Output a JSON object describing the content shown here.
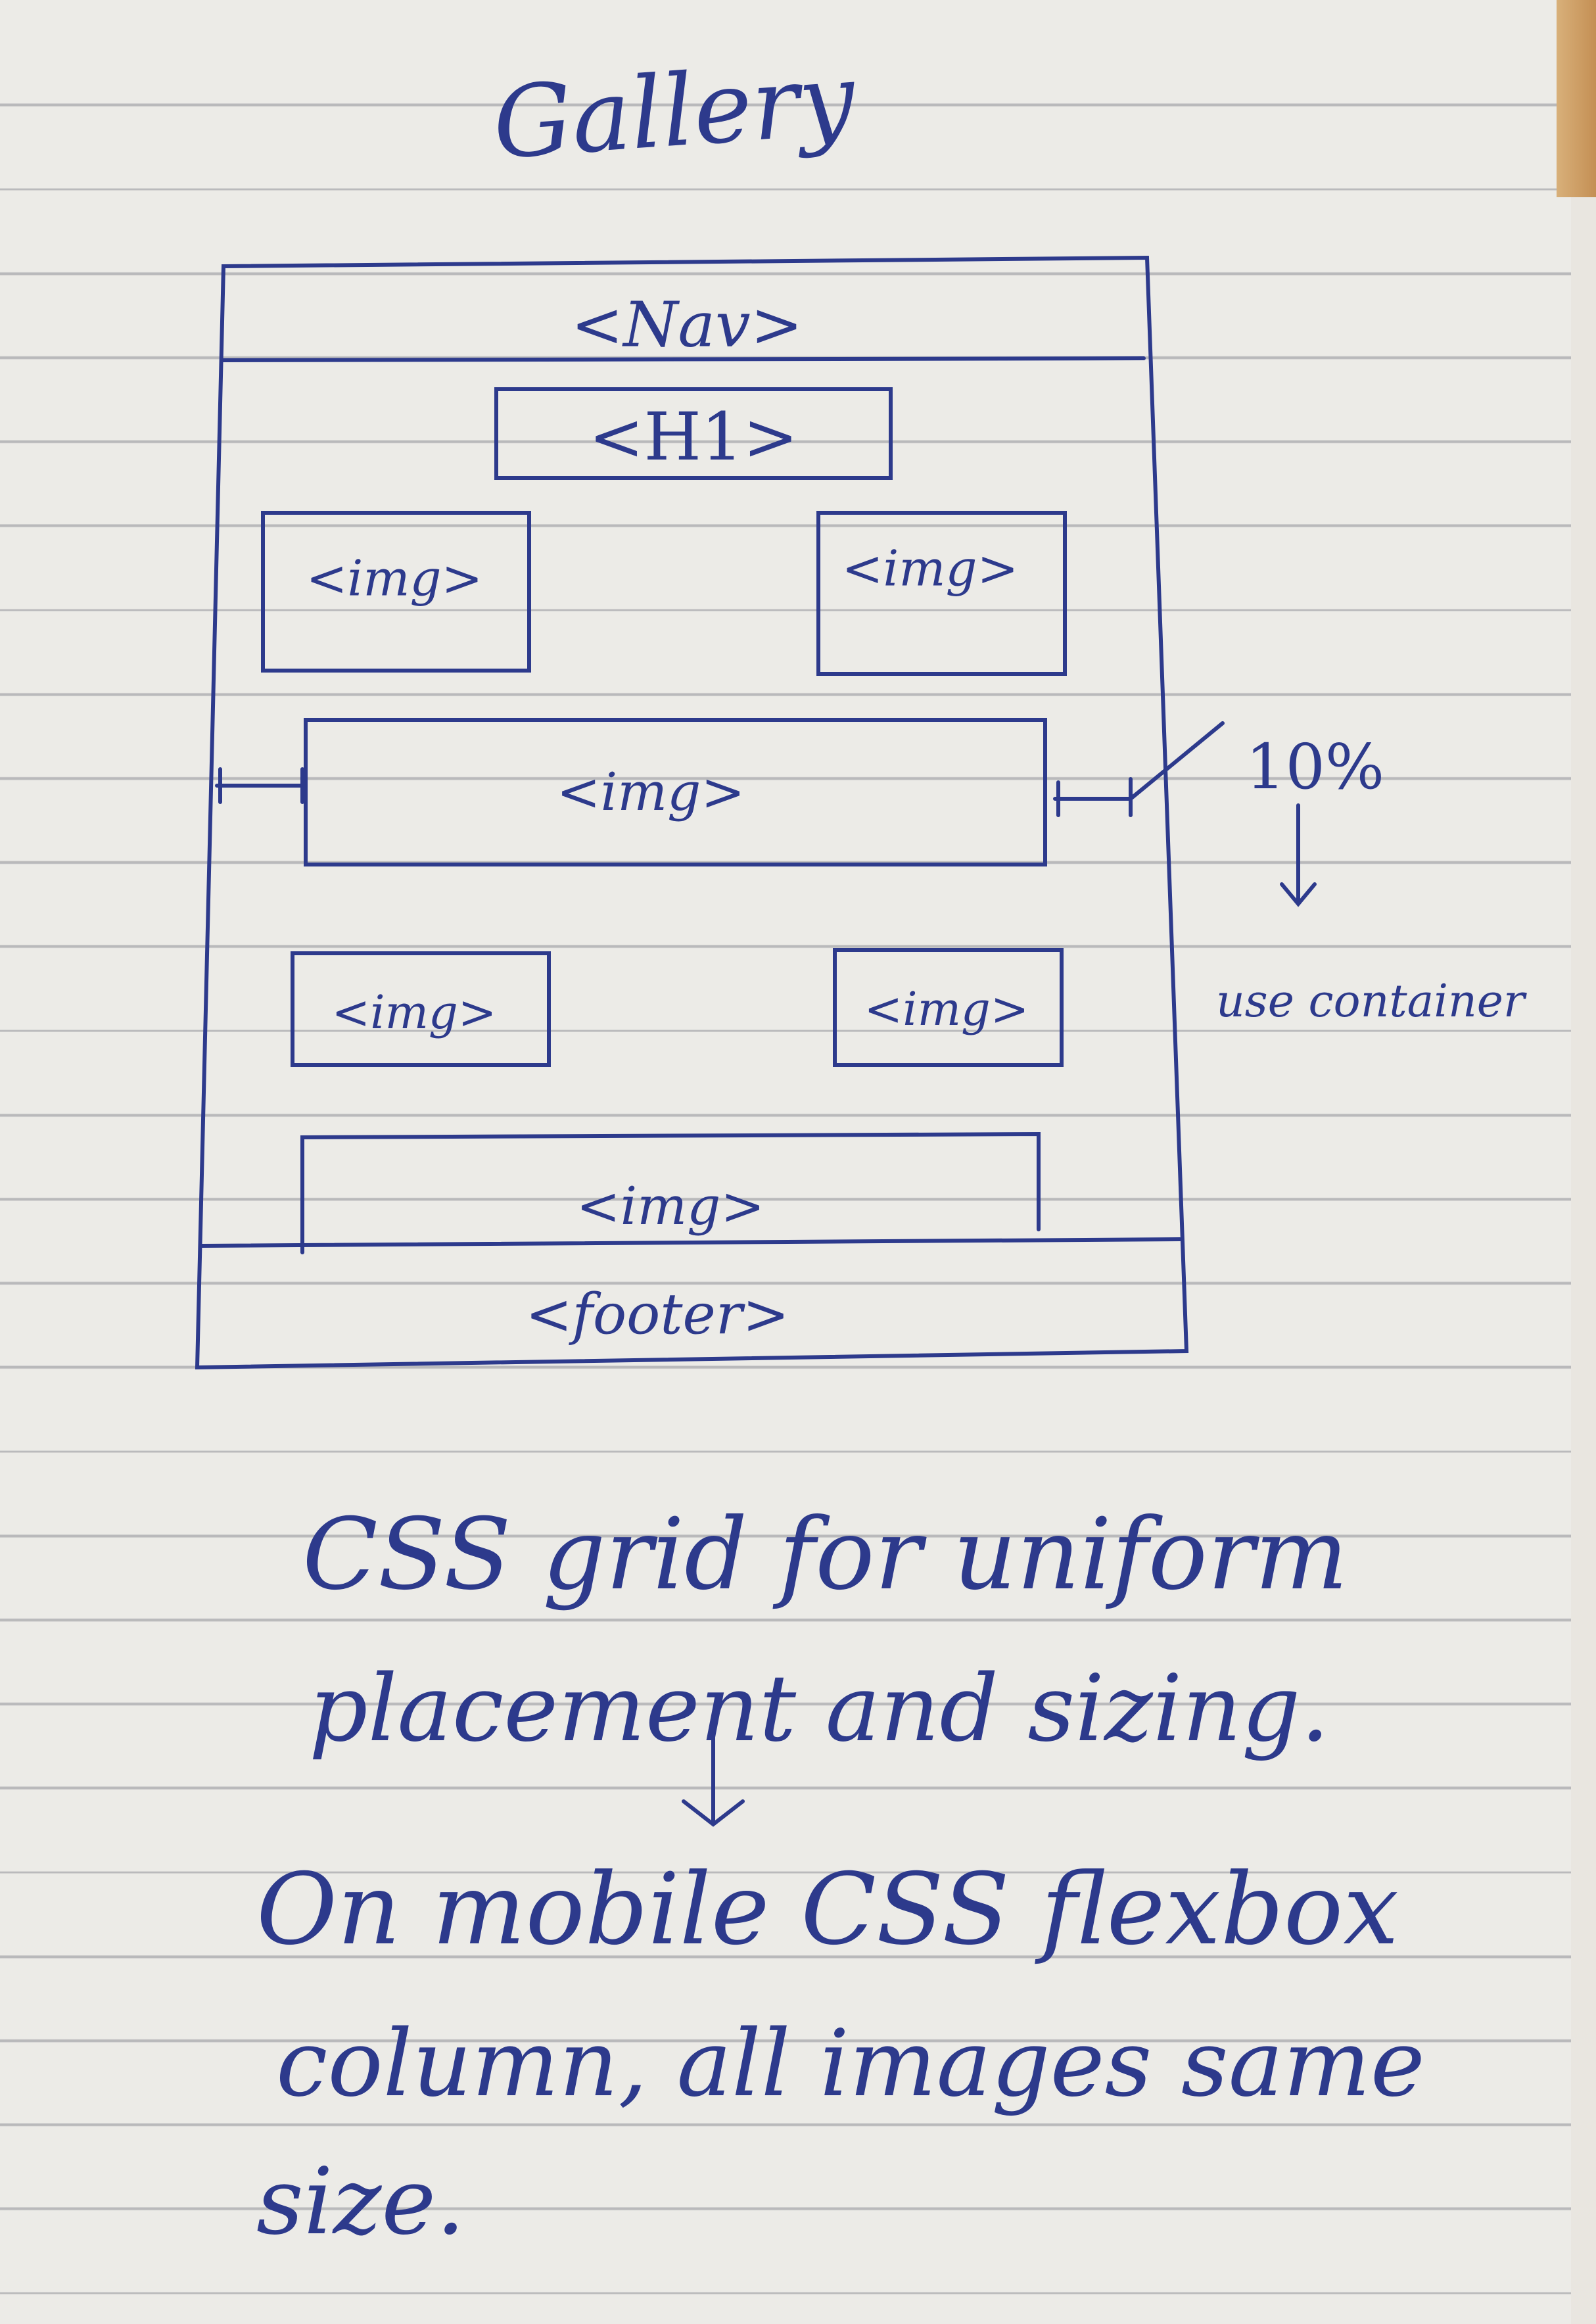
{
  "title": "Gallery",
  "wireframe": {
    "nav": "<Nav>",
    "h1": "<H1>",
    "img_top_left": "<img>",
    "img_top_right": "<img>",
    "img_wide_1": "<img>",
    "img_mid_left": "<img>",
    "img_mid_right": "<img>",
    "img_wide_2": "<img>",
    "footer": "<footer>"
  },
  "annotations": {
    "margin_note": "10%",
    "container_note": "use container"
  },
  "notes": {
    "line1": "CSS grid for uniform",
    "line2": "placement and sizing.",
    "line3": "On mobile CSS flexbox",
    "line4": "column, all images same",
    "line5": "size."
  },
  "colors": {
    "ink": "#2d3a8c",
    "paper": "#ecebe7",
    "rule": "#b9b9bb"
  }
}
